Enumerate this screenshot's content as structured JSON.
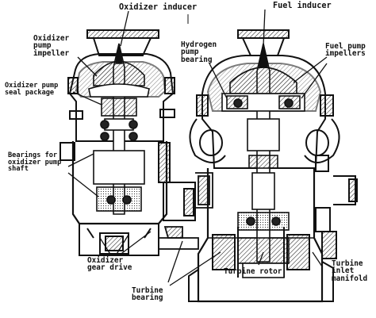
{
  "figure": {
    "labels": {
      "oxidizer_inducer": "Oxidizer inducer",
      "fuel_inducer": "Fuel inducer",
      "oxidizer_pump_impeller": [
        "Oxidizer",
        "pump",
        "impeller"
      ],
      "hydrogen_pump_bearing": [
        "Hydrogen",
        "pump",
        "bearing"
      ],
      "fuel_pump_impellers": [
        "Fuel pump",
        "impellers"
      ],
      "oxidizer_pump_seal_package": [
        "Oxidizer pump",
        "seal package"
      ],
      "bearings_for_oxidizer_pump_shaft": [
        "Bearings for",
        "oxidizer pump",
        "shaft"
      ],
      "oxidizer_gear_drive": [
        "Oxidizer",
        "gear drive"
      ],
      "turbine_bearing": [
        "Turbine",
        "bearing"
      ],
      "turbine_rotor": "Turbine rotor",
      "turbine_inlet_manifold": [
        "Turbine",
        "inlet",
        "manifold"
      ]
    }
  }
}
